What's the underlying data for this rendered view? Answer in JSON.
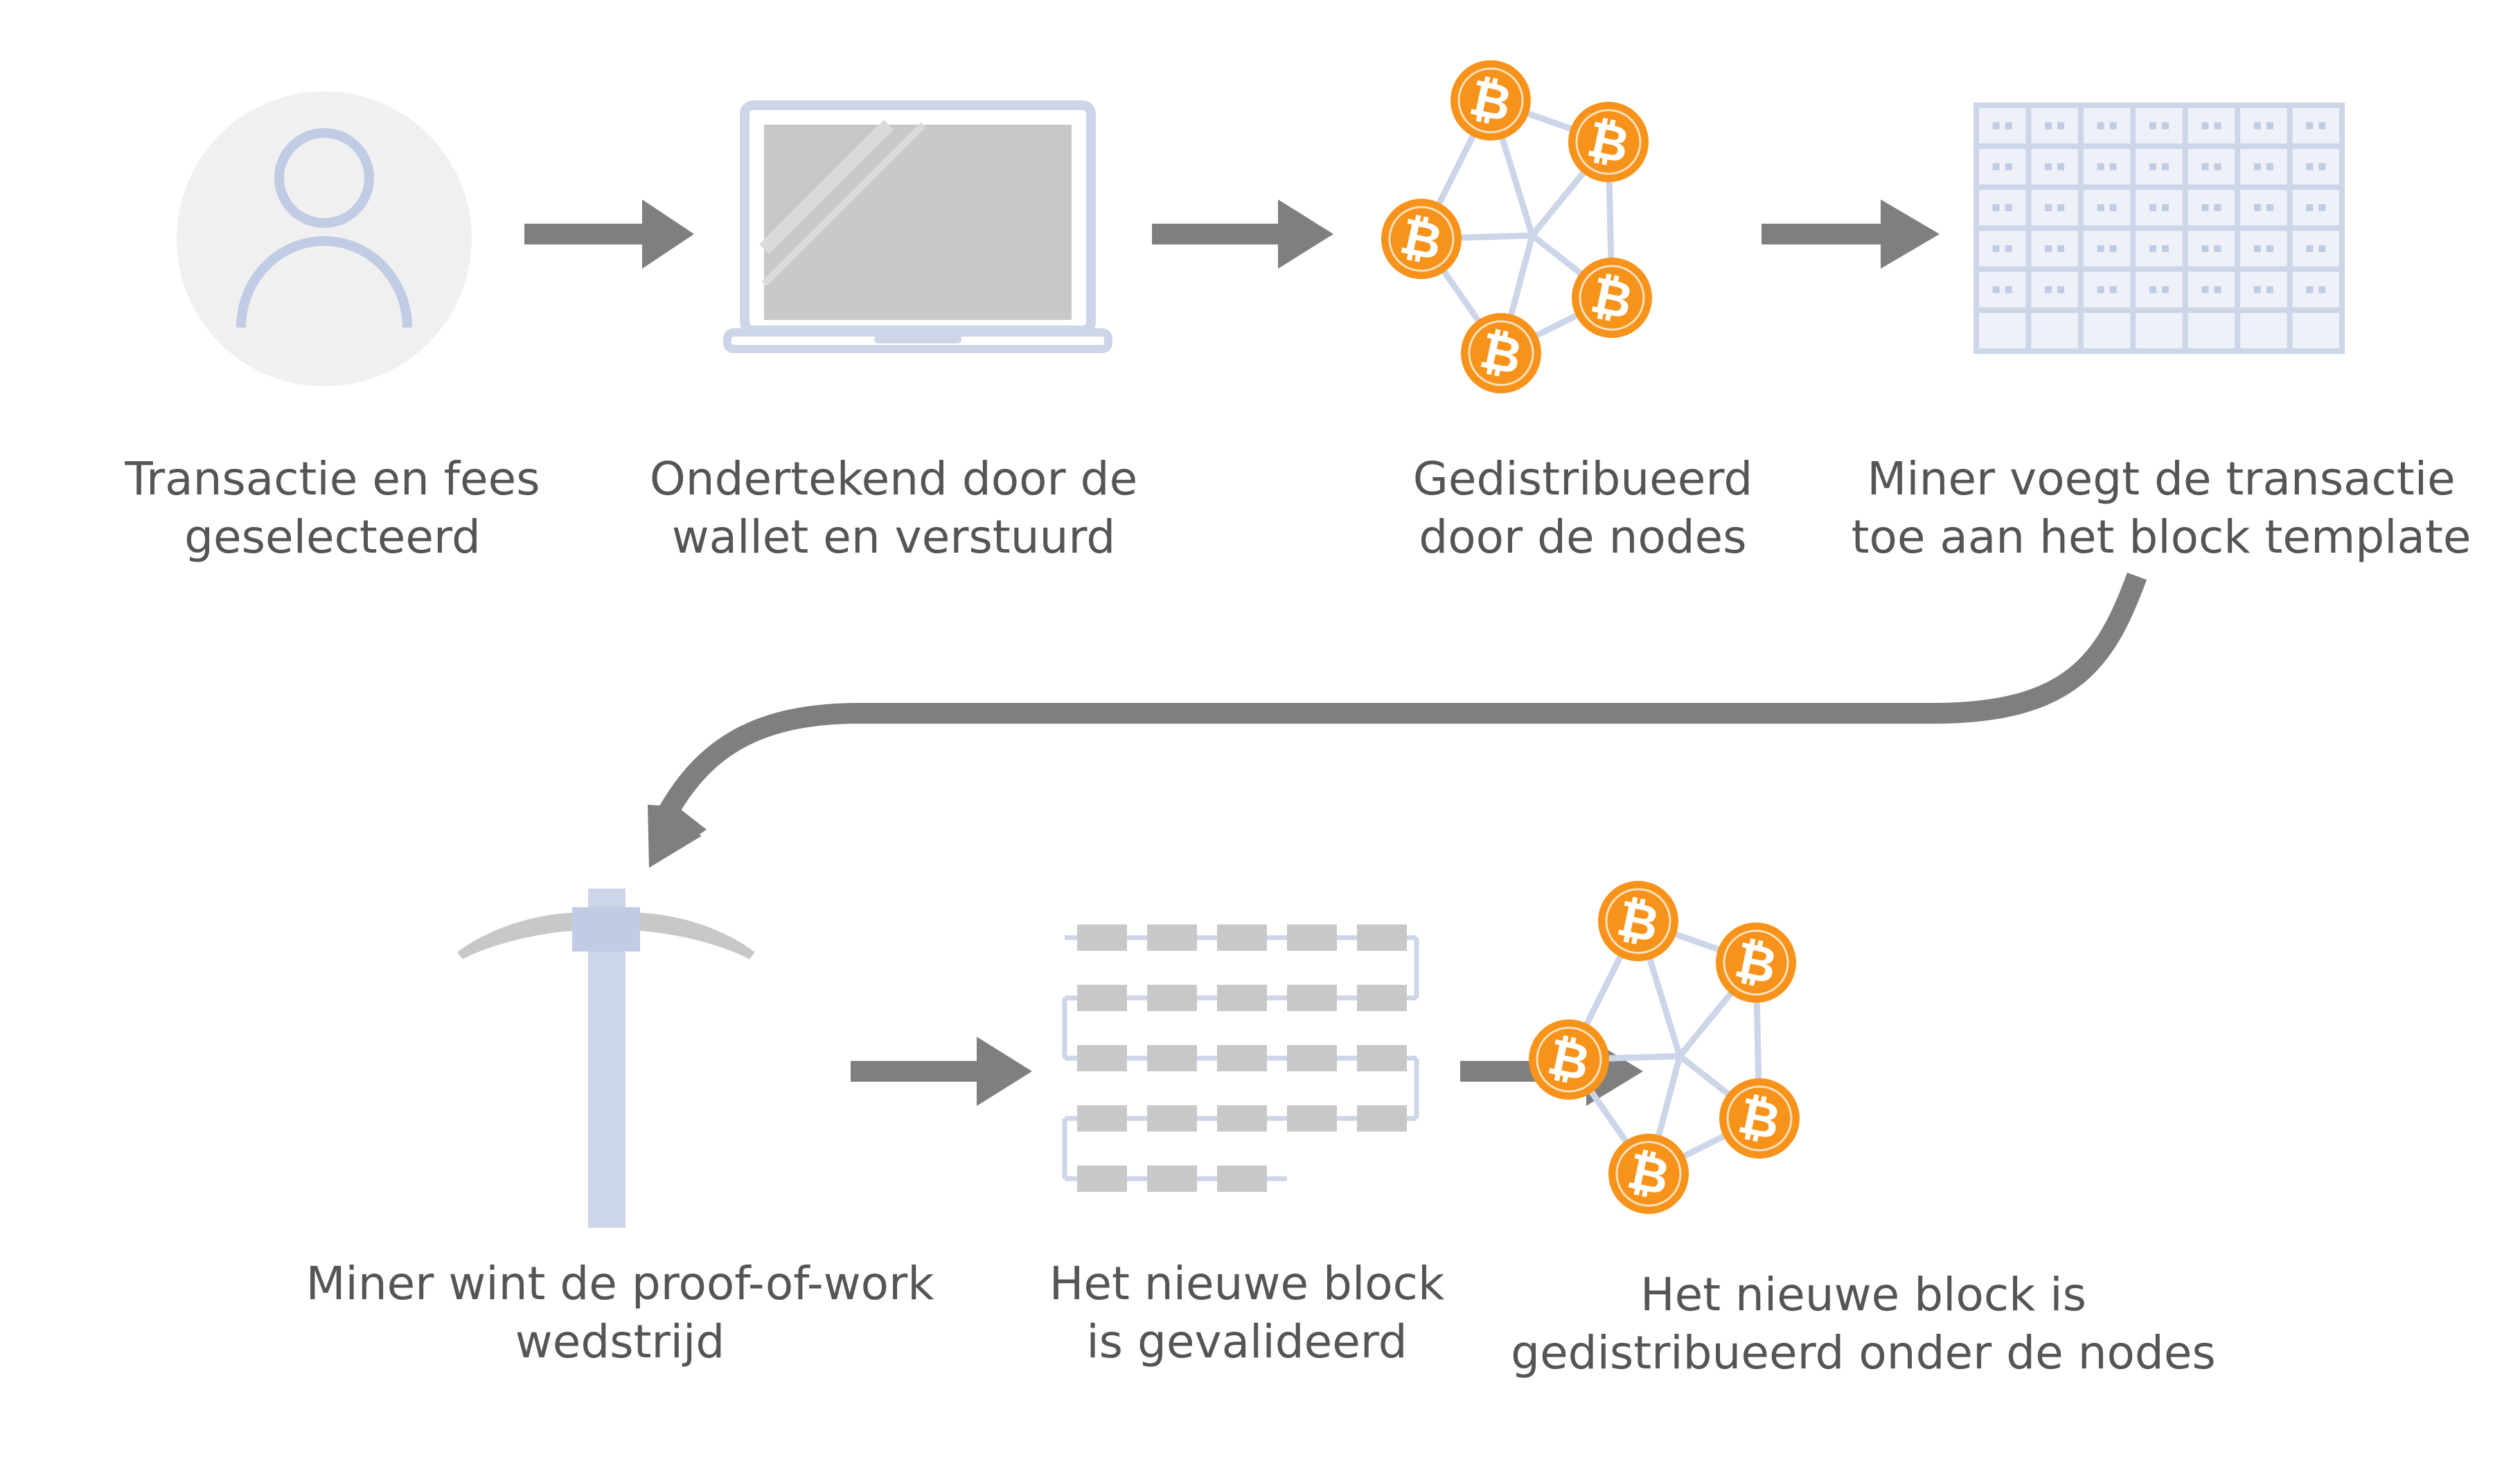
{
  "colors": {
    "icon_light": "#cdd5e8",
    "icon_mid": "#c0cbe4",
    "screen_gray": "#c8c8c8",
    "arrow_gray": "#7f7f7f",
    "coin_orange": "#f7931a",
    "coin_ring": "#fbe1bf",
    "avatar_bg": "#f0f0f0",
    "text": "#555555"
  },
  "icons": {
    "user": "user-icon",
    "laptop": "laptop-icon",
    "network": "bitcoin-network-icon",
    "coin": "bitcoin-icon",
    "block_template": "block-template-icon",
    "pickaxe": "pickaxe-icon",
    "blockchain": "blockchain-block-icon"
  },
  "coin_symbol": "₿",
  "steps": [
    {
      "line1": "Transactie en fees",
      "line2": "geselecteerd"
    },
    {
      "line1": "Ondertekend door de",
      "line2": "wallet en verstuurd"
    },
    {
      "line1": "Gedistribueerd",
      "line2": "door de nodes"
    },
    {
      "line1": "Miner voegt de transactie",
      "line2": "toe aan het block template"
    },
    {
      "line1": "Miner wint de proof-of-work",
      "line2": "wedstrijd"
    },
    {
      "line1": "Het nieuwe block",
      "line2": "is gevalideerd"
    },
    {
      "line1": "Het nieuwe block is",
      "line2": "gedistribueerd onder de nodes"
    }
  ]
}
